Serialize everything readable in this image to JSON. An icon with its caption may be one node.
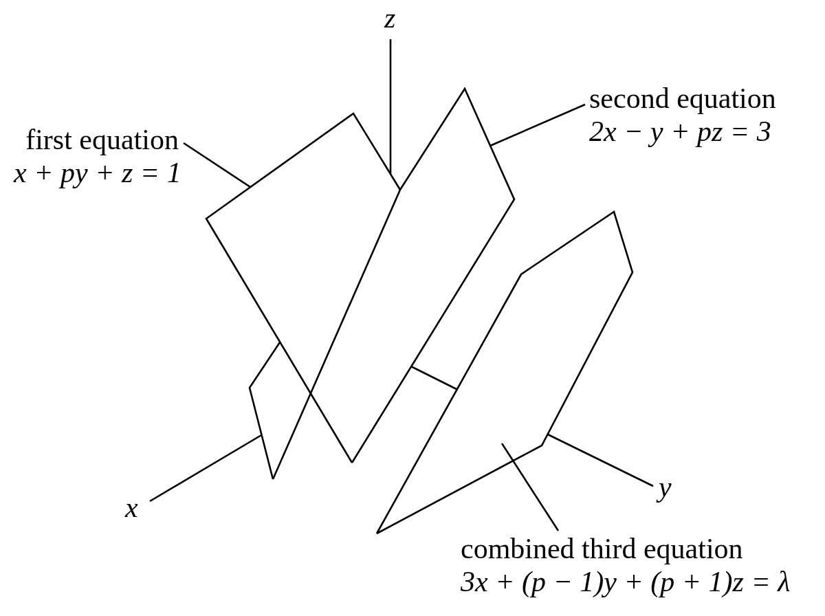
{
  "diagram": {
    "nodes": [
      {
        "text": [
          "first equation",
          "x + py + z = 1"
        ]
      },
      {
        "text": [],
        "shape": "polygon"
      },
      {
        "text": [
          "second equation",
          "2x − y + pz = 3"
        ]
      },
      {
        "text": [],
        "shape": "polygon"
      },
      {
        "text": [
          "combined third equation",
          "3x + (p − 1)y + (p + 1)z = λ"
        ]
      },
      {
        "text": [],
        "shape": "polygon"
      }
    ],
    "edges": [
      {
        "from": 0,
        "to": 1,
        "arrow": "none"
      },
      {
        "from": 2,
        "to": 3,
        "arrow": "none"
      },
      {
        "from": 4,
        "to": 5,
        "arrow": "none"
      }
    ],
    "labels": [
      "z",
      "x",
      "y"
    ]
  }
}
